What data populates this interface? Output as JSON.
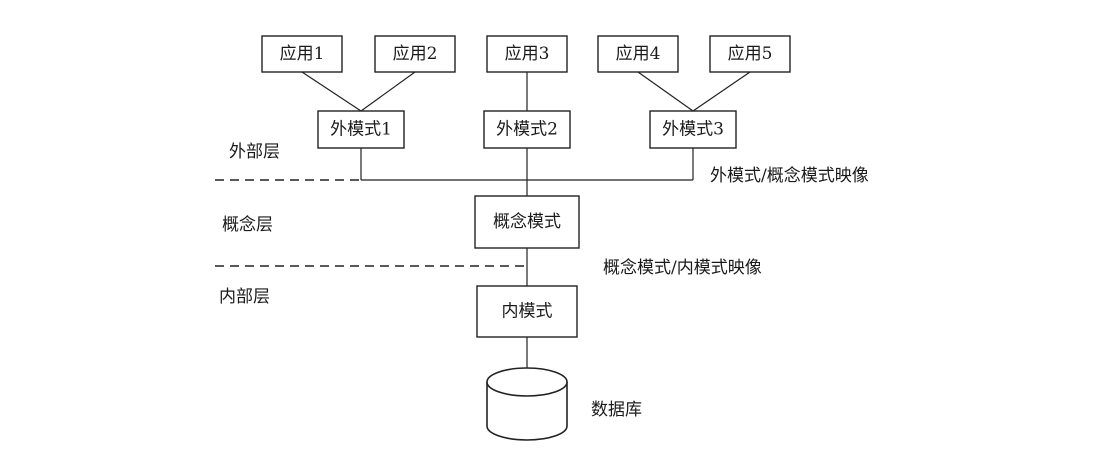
{
  "applications": [
    {
      "label": "应用1"
    },
    {
      "label": "应用2"
    },
    {
      "label": "应用3"
    },
    {
      "label": "应用4"
    },
    {
      "label": "应用5"
    }
  ],
  "external_schemas": [
    {
      "label": "外模式1"
    },
    {
      "label": "外模式2"
    },
    {
      "label": "外模式3"
    }
  ],
  "conceptual_schema": {
    "label": "概念模式"
  },
  "internal_schema": {
    "label": "内模式"
  },
  "database": {
    "label": "数据库"
  },
  "layers": {
    "external": "外部层",
    "conceptual": "概念层",
    "internal": "内部层"
  },
  "mappings": {
    "external_conceptual": "外模式/概念模式映像",
    "conceptual_internal": "概念模式/内模式映像"
  }
}
